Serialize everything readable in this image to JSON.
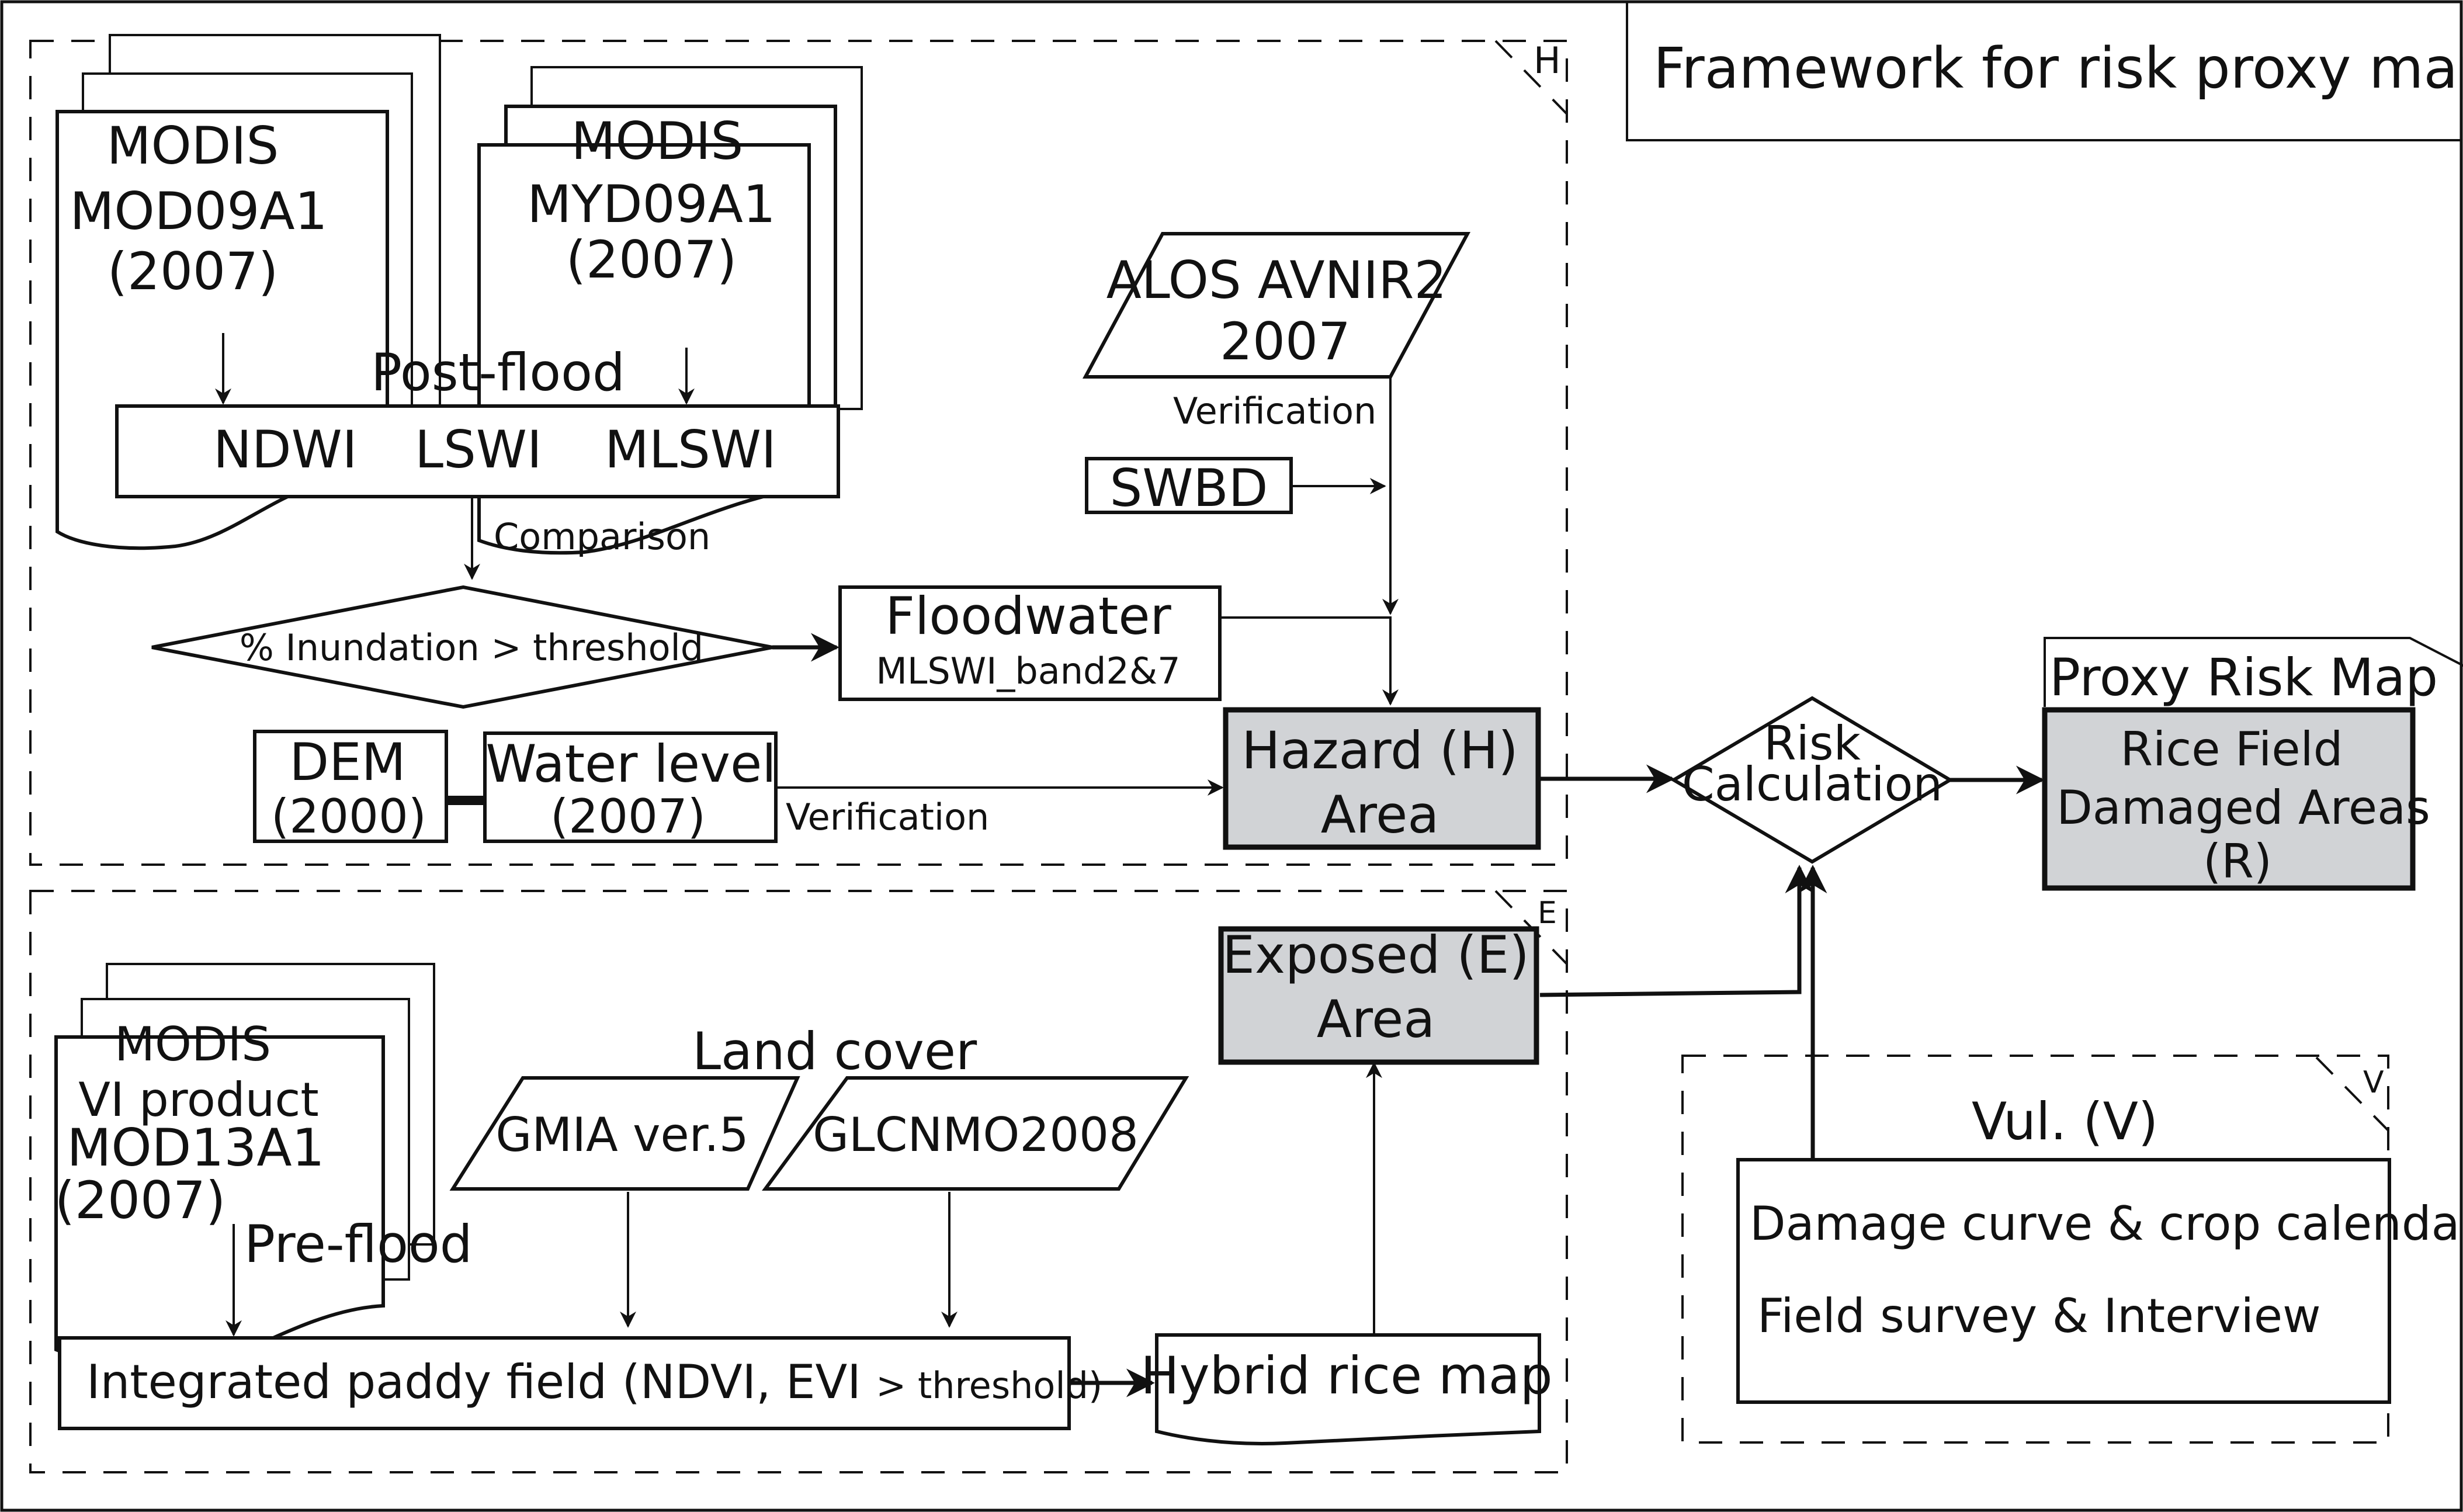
{
  "title": "Framework for risk proxy map",
  "sections": {
    "hazard": {
      "corner_label": "H"
    },
    "exposure": {
      "corner_label": "E"
    },
    "vulnerability": {
      "corner_label": "V",
      "heading": "Vul. (V)"
    }
  },
  "hazard": {
    "modis_terra": {
      "line1": "MODIS",
      "line2": "MOD09A1",
      "line3": "(2007)"
    },
    "modis_aqua": {
      "line1": "MODIS",
      "line2": "MYD09A1",
      "line3": "(2007)"
    },
    "post_flood_label": "Post-flood",
    "indices": {
      "ndwi": "NDWI",
      "lswi": "LSWI",
      "mlswi": "MLSWI"
    },
    "comparison_label": "Comparison",
    "decision": "% Inundation > threshold",
    "floodwater": {
      "line1": "Floodwater",
      "line2": "MLSWI_band2&7"
    },
    "alos": {
      "line1": "ALOS AVNIR2",
      "line2": "2007"
    },
    "verification_top": "Verification",
    "swbd": "SWBD",
    "dem": {
      "line1": "DEM",
      "line2": "(2000)"
    },
    "water_level": {
      "line1": "Water level",
      "line2": "(2007)"
    },
    "verification_bottom": "Verification",
    "hazard_area": {
      "line1": "Hazard (H)",
      "line2": "Area"
    }
  },
  "exposure": {
    "modis_vi": {
      "line1": "MODIS",
      "line2": "VI product",
      "line3": "MOD13A1",
      "line4": "(2007)"
    },
    "pre_flood_label": "Pre-flood",
    "land_cover_label": "Land cover",
    "gmia": "GMIA ver.5",
    "glcnmo": "GLCNMO2008",
    "integrated": {
      "main": "Integrated paddy field (NDVI, EVI ",
      "suffix": "> threshold)"
    },
    "hybrid": "Hybrid rice map",
    "exposed_area": {
      "line1": "Exposed (E)",
      "line2": "Area"
    }
  },
  "risk": {
    "calc": {
      "line1": "Risk",
      "line2": "Calculation"
    },
    "proxy_map_tab": "Proxy Risk Map",
    "result": {
      "line1": "Rice Field",
      "line2": "Damaged Areas",
      "line3": "(R)"
    }
  },
  "vulnerability": {
    "item1": "Damage curve & crop calendar",
    "item2": "Field survey & Interview"
  },
  "colors": {
    "result_fill": "#d1d3d6",
    "stroke": "#111111"
  }
}
